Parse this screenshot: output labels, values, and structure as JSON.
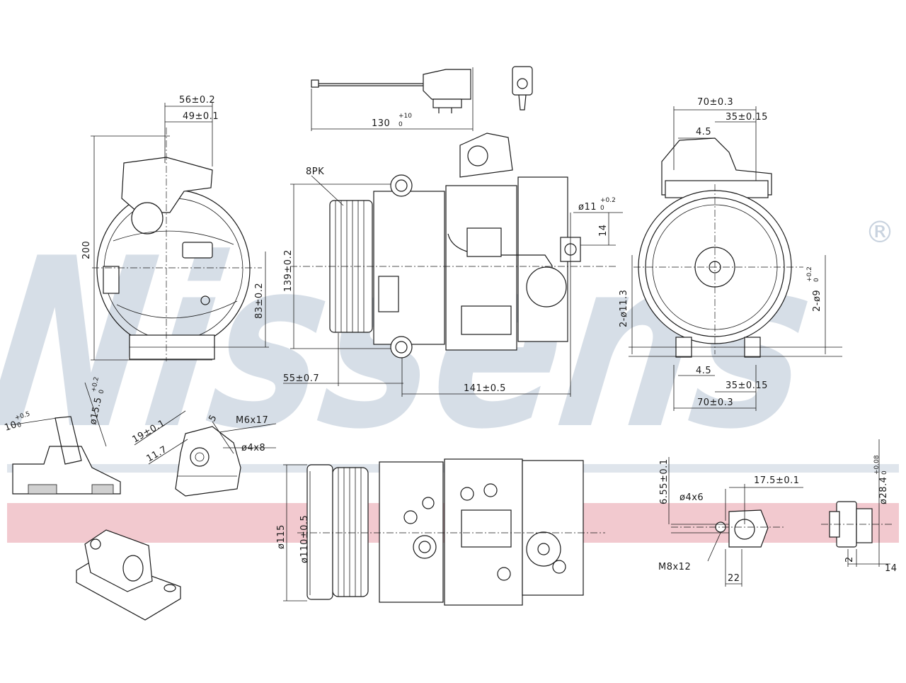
{
  "brand": {
    "watermark": "Nissens",
    "registered_mark": "®",
    "watermark_color": "#c9d3df",
    "band_color": "#f2c9cf"
  },
  "dimensions": {
    "front_view": {
      "d1": "56±0.2",
      "d2": "49±0.1",
      "height": "200",
      "d3": "83±0.2"
    },
    "connector": {
      "length": "130",
      "length_tol_upper": "+10",
      "length_tol_lower": "0"
    },
    "side_view": {
      "belt": "8PK",
      "height": "139±0.2",
      "hole": "ø11",
      "hole_tol_upper": "+0.2",
      "hole_tol_lower": "0",
      "d14": "14",
      "offset": "55±0.7",
      "length": "141±0.5"
    },
    "rear_view": {
      "top_width": "70±0.3",
      "top_half": "35±0.15",
      "top_small": "4.5",
      "holes_left": "2-ø11.3",
      "holes_right": "2-ø9",
      "holes_right_tol_upper": "+0.2",
      "holes_right_tol_lower": "0",
      "bottom_small": "4.5",
      "bottom_half": "35±0.15",
      "bottom_width": "70±0.3"
    },
    "port_detail": {
      "angle": "10",
      "angle_tol_upper": "+0.5",
      "angle_tol_lower": "0",
      "diameter": "ø15.5",
      "diameter_tol_upper": "+0.2",
      "diameter_tol_lower": "0"
    },
    "valve_detail": {
      "d1": "19±0.1",
      "d2": "11.7",
      "d3": "5",
      "thread": "M6x17",
      "pin": "ø4x8"
    },
    "bottom_view": {
      "pulley_outer": "ø115",
      "pulley_inner": "ø110±0.5"
    },
    "mount_detail": {
      "height": "6.55±0.1",
      "pin": "ø4x6",
      "width": "17.5±0.1",
      "thread": "M8x12",
      "d22": "22"
    },
    "port_side": {
      "diameter": "ø28.4",
      "diameter_tol_upper": "+0.08",
      "diameter_tol_lower": "0",
      "d2": "2",
      "d14": "14"
    }
  }
}
